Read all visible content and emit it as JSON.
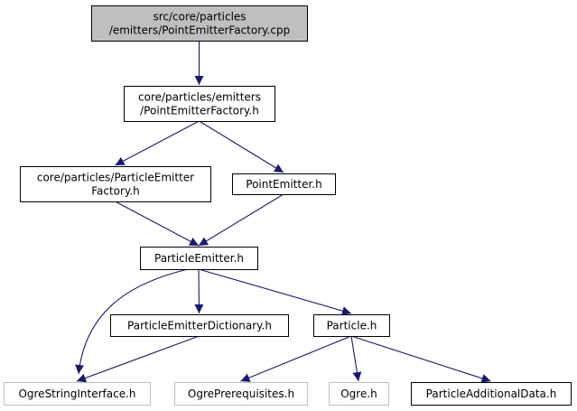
{
  "nodes": [
    {
      "id": "root",
      "lines": [
        "src/core/particles",
        "/emitters/PointEmitterFactory.cpp"
      ],
      "fill": "#bfbfbf",
      "stroke": "#000000",
      "text_color": "#000000"
    },
    {
      "id": "pef_h",
      "lines": [
        "core/particles/emitters",
        "/PointEmitterFactory.h"
      ],
      "fill": "#ffffff",
      "stroke": "#000000",
      "text_color": "#000000"
    },
    {
      "id": "cpef_h",
      "lines": [
        "core/particles/ParticleEmitter",
        "Factory.h"
      ],
      "fill": "#ffffff",
      "stroke": "#000000",
      "text_color": "#000000"
    },
    {
      "id": "pe_h",
      "lines": [
        "PointEmitter.h"
      ],
      "fill": "#ffffff",
      "stroke": "#000000",
      "text_color": "#000000"
    },
    {
      "id": "partem_h",
      "lines": [
        "ParticleEmitter.h"
      ],
      "fill": "#ffffff",
      "stroke": "#000000",
      "text_color": "#000000"
    },
    {
      "id": "ped_h",
      "lines": [
        "ParticleEmitterDictionary.h"
      ],
      "fill": "#ffffff",
      "stroke": "#000000",
      "text_color": "#000000"
    },
    {
      "id": "particle_h",
      "lines": [
        "Particle.h"
      ],
      "fill": "#ffffff",
      "stroke": "#000000",
      "text_color": "#000000"
    },
    {
      "id": "osi_h",
      "lines": [
        "OgreStringInterface.h"
      ],
      "fill": "#ffffff",
      "stroke": "#bfbfbf",
      "text_color": "#000000"
    },
    {
      "id": "opre_h",
      "lines": [
        "OgrePrerequisites.h"
      ],
      "fill": "#ffffff",
      "stroke": "#bfbfbf",
      "text_color": "#000000"
    },
    {
      "id": "ogre_h",
      "lines": [
        "Ogre.h"
      ],
      "fill": "#ffffff",
      "stroke": "#bfbfbf",
      "text_color": "#000000"
    },
    {
      "id": "pad_h",
      "lines": [
        "ParticleAdditionalData.h"
      ],
      "fill": "#ffffff",
      "stroke": "#000000",
      "text_color": "#000000"
    }
  ],
  "edges": [
    {
      "from": "root",
      "to": "pef_h"
    },
    {
      "from": "pef_h",
      "to": "cpef_h"
    },
    {
      "from": "pef_h",
      "to": "pe_h"
    },
    {
      "from": "cpef_h",
      "to": "partem_h"
    },
    {
      "from": "pe_h",
      "to": "partem_h"
    },
    {
      "from": "partem_h",
      "to": "osi_h"
    },
    {
      "from": "partem_h",
      "to": "ped_h"
    },
    {
      "from": "partem_h",
      "to": "particle_h"
    },
    {
      "from": "ped_h",
      "to": "osi_h"
    },
    {
      "from": "particle_h",
      "to": "opre_h"
    },
    {
      "from": "particle_h",
      "to": "ogre_h"
    },
    {
      "from": "particle_h",
      "to": "pad_h"
    }
  ],
  "edge_color": "#191970"
}
